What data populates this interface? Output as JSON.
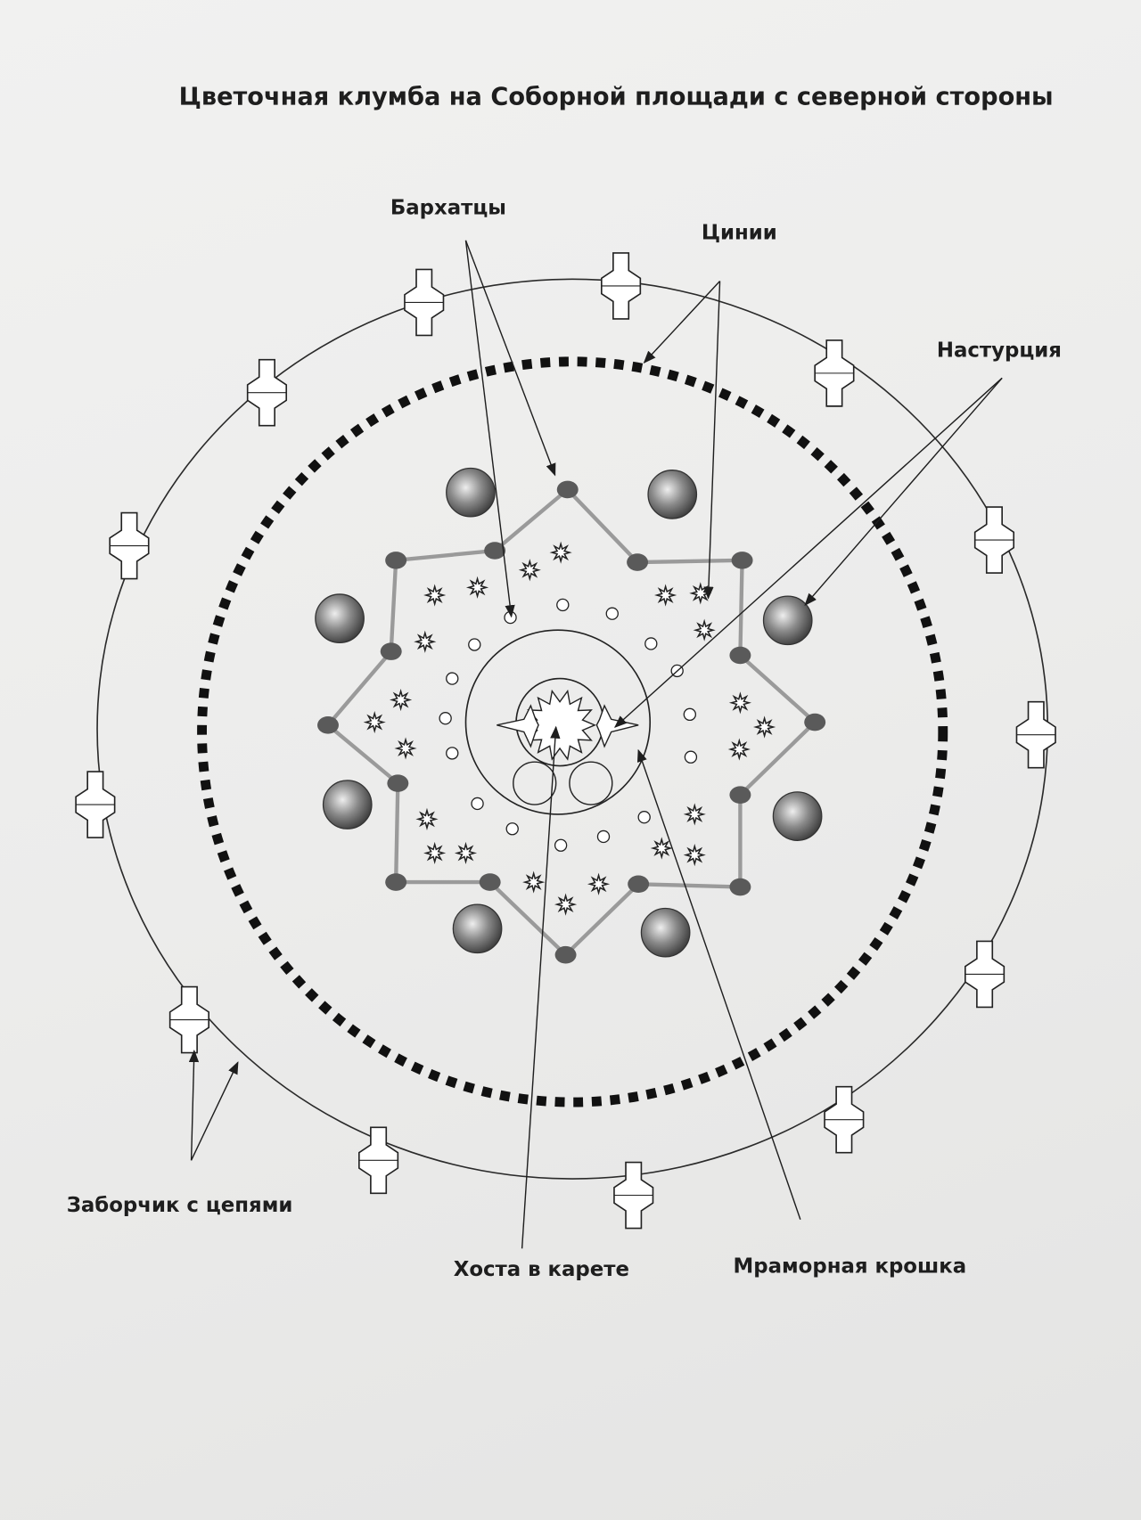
{
  "title": "Цветочная клумба на Соборной площади с северной стороны",
  "labels": {
    "marigolds": "Бархатцы",
    "zinnias": "Цинии",
    "nasturtium": "Настурция",
    "fence": "Заборчик с цепями",
    "hosta": "Хоста в карете",
    "marble": "Мраморная крошка"
  },
  "colors": {
    "ink": "#1e1e1e",
    "star_border": "#9a9a9a",
    "dots": "#5a5a5a"
  }
}
